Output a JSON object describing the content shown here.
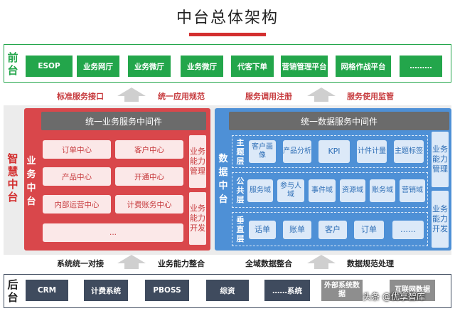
{
  "title": "中台总体架构",
  "front": {
    "label": "前台",
    "items": [
      "ESOP",
      "业务网厅",
      "业务微厅",
      "业务微厅",
      "代客下单",
      "营销管理平台",
      "网格作战平台",
      "………"
    ]
  },
  "connectors_top": {
    "left": [
      "标准服务接口",
      "统一应用规范"
    ],
    "right": [
      "服务调用注册",
      "服务使用监管"
    ]
  },
  "middle": {
    "label": "智慧中台",
    "business": {
      "label": "业务中台",
      "header": "统一业务服务中间件",
      "items": [
        "订单中心",
        "客户中心",
        "产品中心",
        "开通中心",
        "内部运营中心",
        "计费账务中心",
        "..."
      ],
      "capabilities": [
        "业务能力管理",
        "业务能力开发"
      ]
    },
    "data": {
      "label": "数据中台",
      "header": "统一数据服务中间件",
      "layers": [
        {
          "label": "主题层",
          "items": [
            "客户画像",
            "产品分析",
            "KPI",
            "计件计量",
            "主题标签"
          ]
        },
        {
          "label": "公共层",
          "items": [
            "服务域",
            "参与人域",
            "事件域",
            "资源域",
            "账务域",
            "营销域"
          ]
        },
        {
          "label": "垂直层",
          "items": [
            "话单",
            "账单",
            "客户",
            "订单",
            "……"
          ]
        }
      ],
      "capabilities": [
        "业务能力管理",
        "业务能力开发"
      ]
    }
  },
  "connectors_bottom": {
    "left": [
      "系统统一对接",
      "业务能力整合"
    ],
    "right": [
      "全域数据整合",
      "数据规范处理"
    ]
  },
  "back": {
    "label": "后台",
    "items": [
      "CRM",
      "计费系统",
      "PBOSS",
      "综资",
      "……系统",
      "外部系统数据",
      "互联网数据"
    ]
  },
  "watermark": "头条 @优享智库"
}
